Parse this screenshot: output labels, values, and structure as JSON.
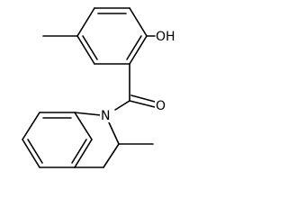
{
  "molecule": {
    "atoms": {
      "hydroxyl": "OH",
      "carbonyl_oxygen": "O",
      "indoline_nitrogen": "N"
    }
  },
  "colors": {
    "background": "#ffffff",
    "ink": "#000000"
  }
}
